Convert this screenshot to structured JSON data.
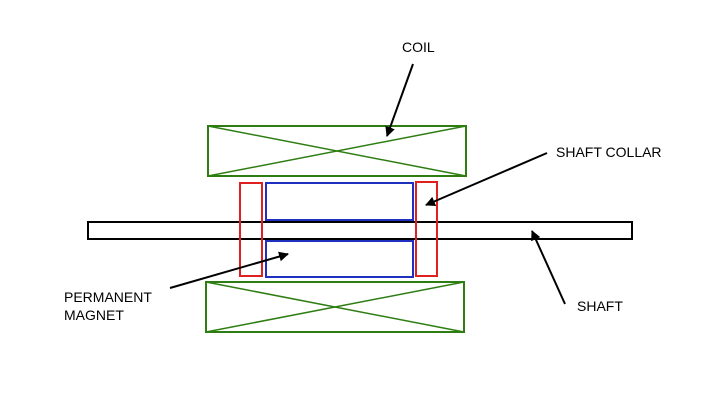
{
  "labels": {
    "coil": "COIL",
    "shaft_collar": "SHAFT COLLAR",
    "shaft": "SHAFT",
    "permanent_magnet_line1": "PERMANENT",
    "permanent_magnet_line2": "MAGNET"
  },
  "colors": {
    "coil": "#2e7d12",
    "collar": "#e02020",
    "magnet": "#1f2fbf",
    "shaft": "#000000",
    "arrow": "#000000"
  }
}
